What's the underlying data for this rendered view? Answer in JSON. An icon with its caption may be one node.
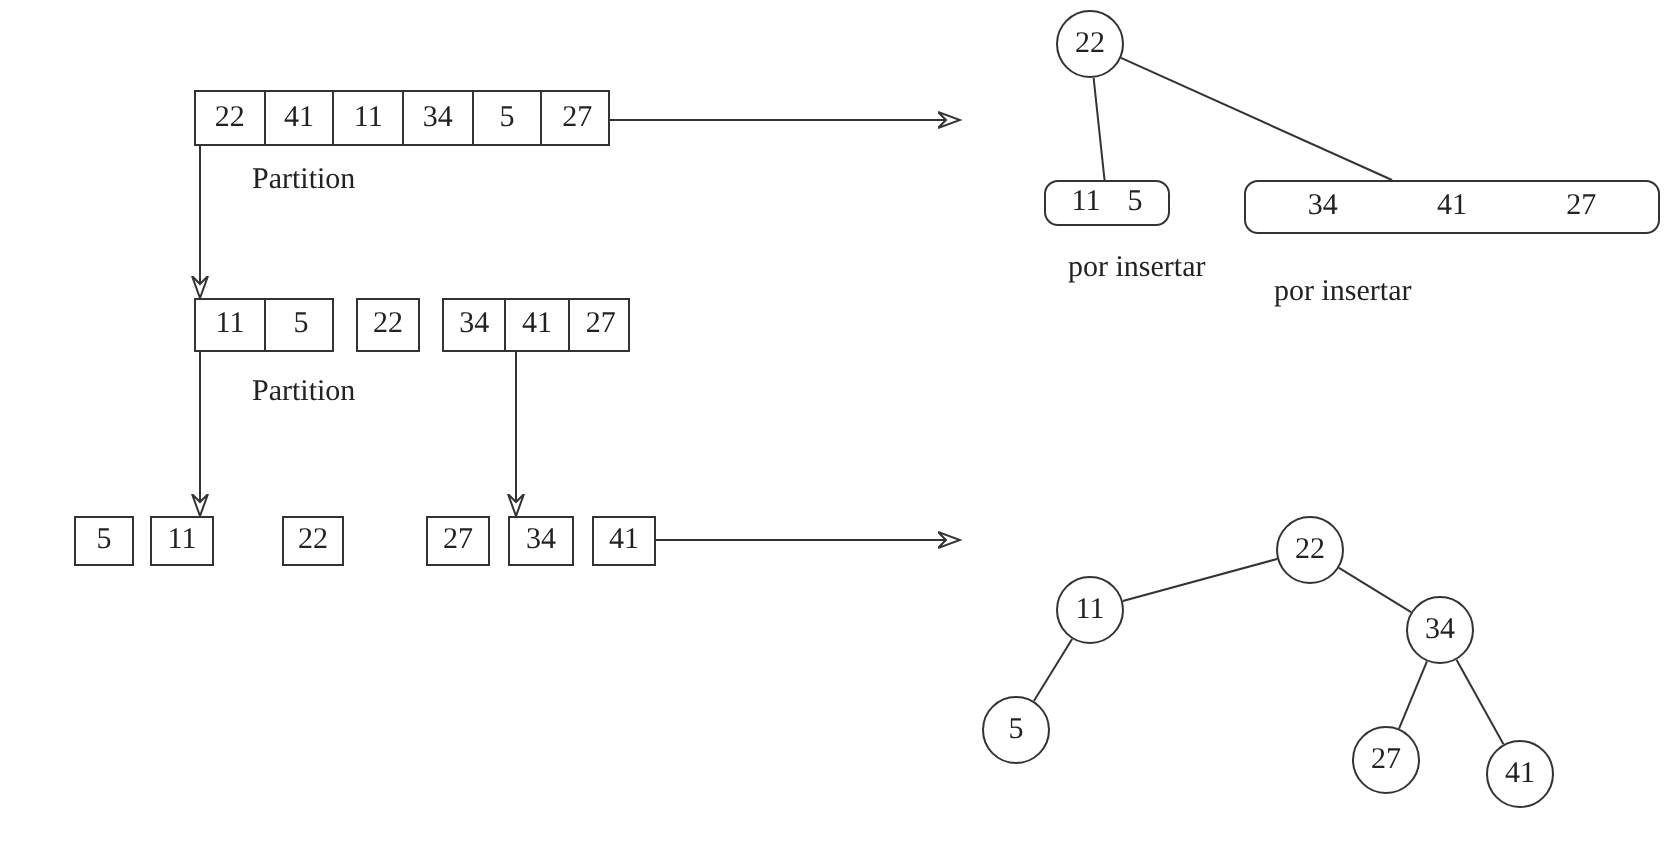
{
  "diagram": {
    "nodes": [
      {
        "text": [],
        "shape": "box"
      },
      {
        "text": [
          "22"
        ],
        "in": 0
      },
      {
        "text": [
          "41"
        ],
        "in": 0
      },
      {
        "text": [
          "11"
        ],
        "in": 0
      },
      {
        "text": [
          "34"
        ],
        "in": 0
      },
      {
        "text": [
          "5"
        ],
        "in": 0
      },
      {
        "text": [
          "27"
        ],
        "in": 0
      },
      {
        "text": [],
        "shape": "box"
      },
      {
        "text": [
          "11"
        ],
        "in": 7
      },
      {
        "text": [
          "5"
        ],
        "in": 7
      },
      {
        "text": [
          "22"
        ]
      },
      {
        "text": [],
        "shape": "box"
      },
      {
        "text": [
          "34"
        ],
        "in": 11
      },
      {
        "text": [
          "41"
        ],
        "in": 11
      },
      {
        "text": [
          "27"
        ],
        "in": 11
      },
      {
        "text": [
          "5"
        ]
      },
      {
        "text": [
          "11"
        ]
      },
      {
        "text": [
          "22"
        ]
      },
      {
        "text": [
          "27"
        ]
      },
      {
        "text": [
          "34"
        ]
      },
      {
        "text": [
          "41"
        ]
      },
      {
        "text": [
          "22"
        ]
      },
      {
        "text": [
          "11",
          "5"
        ],
        "beside": [
          "por insertar"
        ]
      },
      {
        "text": [
          "34",
          "41",
          "27"
        ],
        "beside": [
          "por insertar"
        ]
      },
      {
        "text": [
          "22"
        ]
      },
      {
        "text": [
          "11"
        ]
      },
      {
        "text": [
          "34"
        ]
      },
      {
        "text": [
          "5"
        ]
      },
      {
        "text": [
          "27"
        ]
      },
      {
        "text": [
          "41"
        ]
      }
    ],
    "edges": [
      {
        "from": 0,
        "to": 7,
        "arrow": "to",
        "label": "Partition"
      },
      {
        "from": 7,
        "to": 16,
        "arrow": "to",
        "label": "Partition"
      },
      {
        "from": 11,
        "to": 19,
        "arrow": "to"
      },
      {
        "from": 0,
        "to": null,
        "arrow": "to"
      },
      {
        "from": 20,
        "to": null,
        "arrow": "to"
      },
      {
        "from": 21,
        "to": 22,
        "arrow": "none"
      },
      {
        "from": 21,
        "to": 23,
        "arrow": "none"
      },
      {
        "from": 24,
        "to": 25,
        "arrow": "none"
      },
      {
        "from": 24,
        "to": 26,
        "arrow": "none"
      },
      {
        "from": 25,
        "to": 27,
        "arrow": "none"
      },
      {
        "from": 26,
        "to": 28,
        "arrow": "none"
      },
      {
        "from": 26,
        "to": 29,
        "arrow": "none"
      }
    ]
  }
}
